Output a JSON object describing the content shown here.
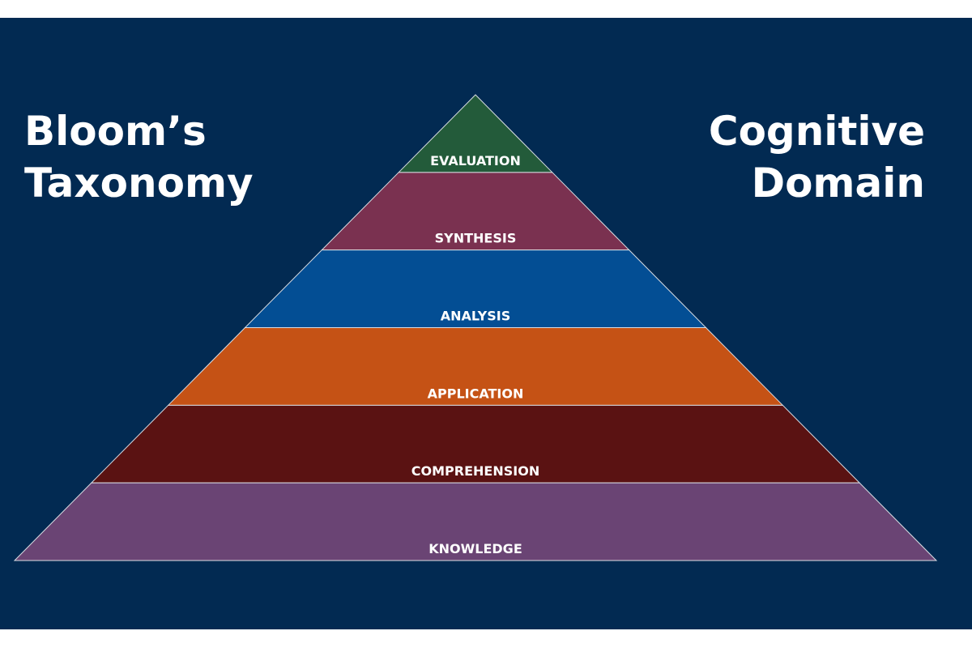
{
  "slide": {
    "background_color": "#022a52",
    "title_left": {
      "line1": "Bloom’s",
      "line2": "Taxonomy"
    },
    "title_right": {
      "line1": "Cognitive",
      "line2": "Domain"
    }
  },
  "pyramid": {
    "levels": [
      {
        "label": "EVALUATION",
        "color": "#235b3a"
      },
      {
        "label": "SYNTHESIS",
        "color": "#7a3150"
      },
      {
        "label": "ANALYSIS",
        "color": "#034e94"
      },
      {
        "label": "APPLICATION",
        "color": "#c55215"
      },
      {
        "label": "COMPREHENSION",
        "color": "#5a1212"
      },
      {
        "label": "KNOWLEDGE",
        "color": "#6a4474"
      }
    ]
  }
}
